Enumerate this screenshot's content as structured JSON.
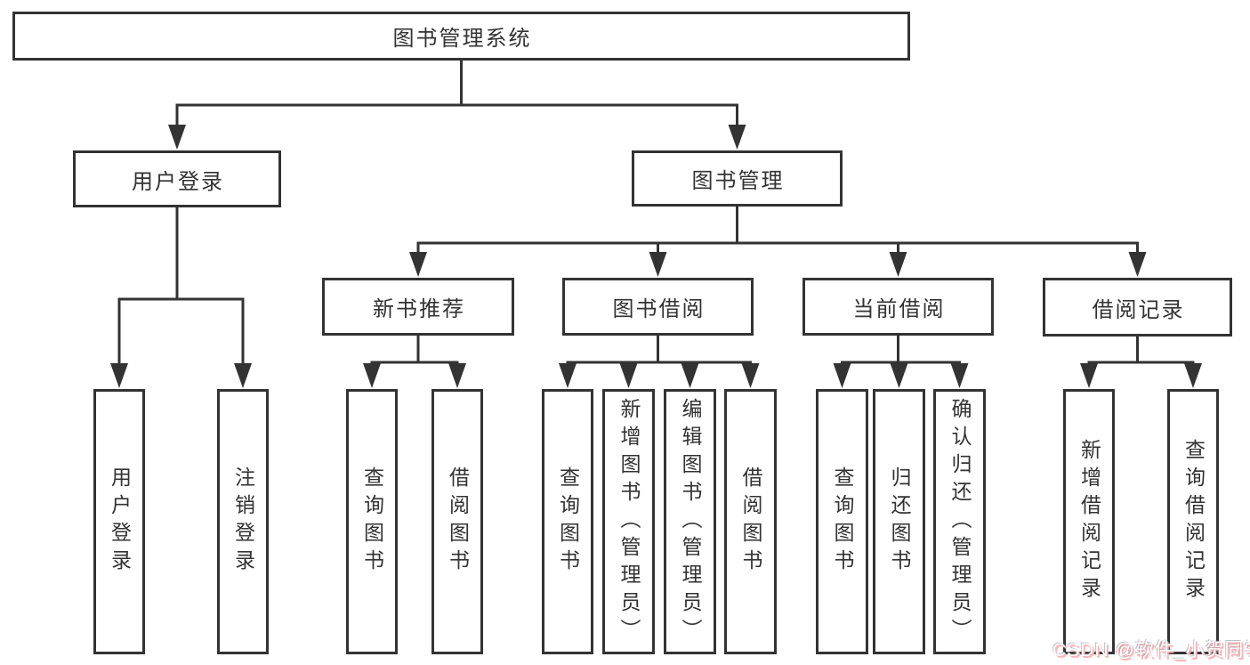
{
  "watermark": {
    "text": "CSDN @软件_小贺同学"
  },
  "diagram": {
    "title": "图书管理系统",
    "colors": {
      "line": "#333333",
      "box_border": "#333333",
      "box_fill": "#ffffff",
      "text": "#333333"
    },
    "nodes": [
      {
        "id": "root",
        "label": "图书管理系统"
      },
      {
        "id": "user-login",
        "label": "用户登录"
      },
      {
        "id": "book-mgmt",
        "label": "图书管理"
      },
      {
        "id": "new-book-rec",
        "label": "新书推荐"
      },
      {
        "id": "book-borrow",
        "label": "图书借阅"
      },
      {
        "id": "current-borrow",
        "label": "当前借阅"
      },
      {
        "id": "borrow-records",
        "label": "借阅记录"
      },
      {
        "id": "leaf-user-login",
        "label": "用户登录"
      },
      {
        "id": "leaf-logout",
        "label": "注销登录"
      },
      {
        "id": "leaf-query-book-1",
        "label": "查询图书"
      },
      {
        "id": "leaf-borrow-book-1",
        "label": "借阅图书"
      },
      {
        "id": "leaf-query-book-2",
        "label": "查询图书"
      },
      {
        "id": "leaf-add-book",
        "label": "新增图书（管理员）"
      },
      {
        "id": "leaf-edit-book",
        "label": "编辑图书（管理员）"
      },
      {
        "id": "leaf-borrow-book-2",
        "label": "借阅图书"
      },
      {
        "id": "leaf-query-book-3",
        "label": "查询图书"
      },
      {
        "id": "leaf-return-book",
        "label": "归还图书"
      },
      {
        "id": "leaf-confirm-return",
        "label": "确认归还（管理员）"
      },
      {
        "id": "leaf-add-record",
        "label": "新增借阅记录"
      },
      {
        "id": "leaf-query-record",
        "label": "查询借阅记录"
      }
    ],
    "edges": [
      {
        "from": "root",
        "to": [
          "user-login",
          "book-mgmt"
        ]
      },
      {
        "from": "user-login",
        "to": [
          "leaf-user-login",
          "leaf-logout"
        ]
      },
      {
        "from": "book-mgmt",
        "to": [
          "new-book-rec",
          "book-borrow",
          "current-borrow",
          "borrow-records"
        ]
      },
      {
        "from": "new-book-rec",
        "to": [
          "leaf-query-book-1",
          "leaf-borrow-book-1"
        ]
      },
      {
        "from": "book-borrow",
        "to": [
          "leaf-query-book-2",
          "leaf-add-book",
          "leaf-edit-book",
          "leaf-borrow-book-2"
        ]
      },
      {
        "from": "current-borrow",
        "to": [
          "leaf-query-book-3",
          "leaf-return-book",
          "leaf-confirm-return"
        ]
      },
      {
        "from": "borrow-records",
        "to": [
          "leaf-add-record",
          "leaf-query-record"
        ]
      }
    ]
  }
}
